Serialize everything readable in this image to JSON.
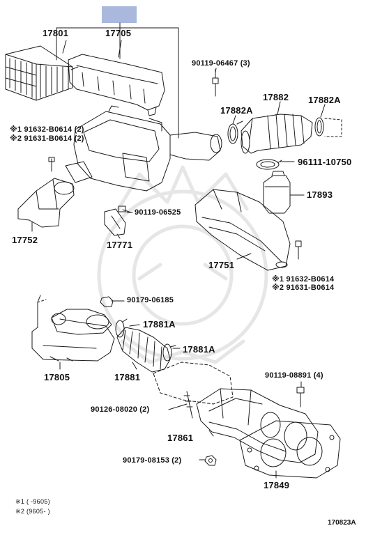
{
  "diagram": {
    "callout_box_color": "#a9b8dc",
    "line_color": "#1a1a1a",
    "labels": {
      "p17801": "17801",
      "p17705": "17705",
      "p90119_06467": "90119-06467 (3)",
      "p17882": "17882",
      "p17882A_left": "17882A",
      "p17882A_right": "17882A",
      "note_91632_top": "※1 91632-B0614 (2)",
      "note_91631_top": "※2 91631-B0614 (2)",
      "p96111": "96111-10750",
      "p17893": "17893",
      "p90119_06525": "90119-06525",
      "p17752": "17752",
      "p17771": "17771",
      "p17751": "17751",
      "note_91632_right": "※1 91632-B0614",
      "note_91631_right": "※2 91631-B0614",
      "p90179_06185": "90179-06185",
      "p17881A_top": "17881A",
      "p17881A_bottom": "17881A",
      "p17805": "17805",
      "p17881": "17881",
      "p90119_08891": "90119-08891 (4)",
      "p90126_08020": "90126-08020 (2)",
      "p17861": "17861",
      "p90179_08153": "90179-08153 (2)",
      "p17849": "17849"
    },
    "footnotes": {
      "f1": "※1 (        -9605)",
      "f2": "※2 (9605-        )"
    },
    "drawing_number": "170823A"
  }
}
